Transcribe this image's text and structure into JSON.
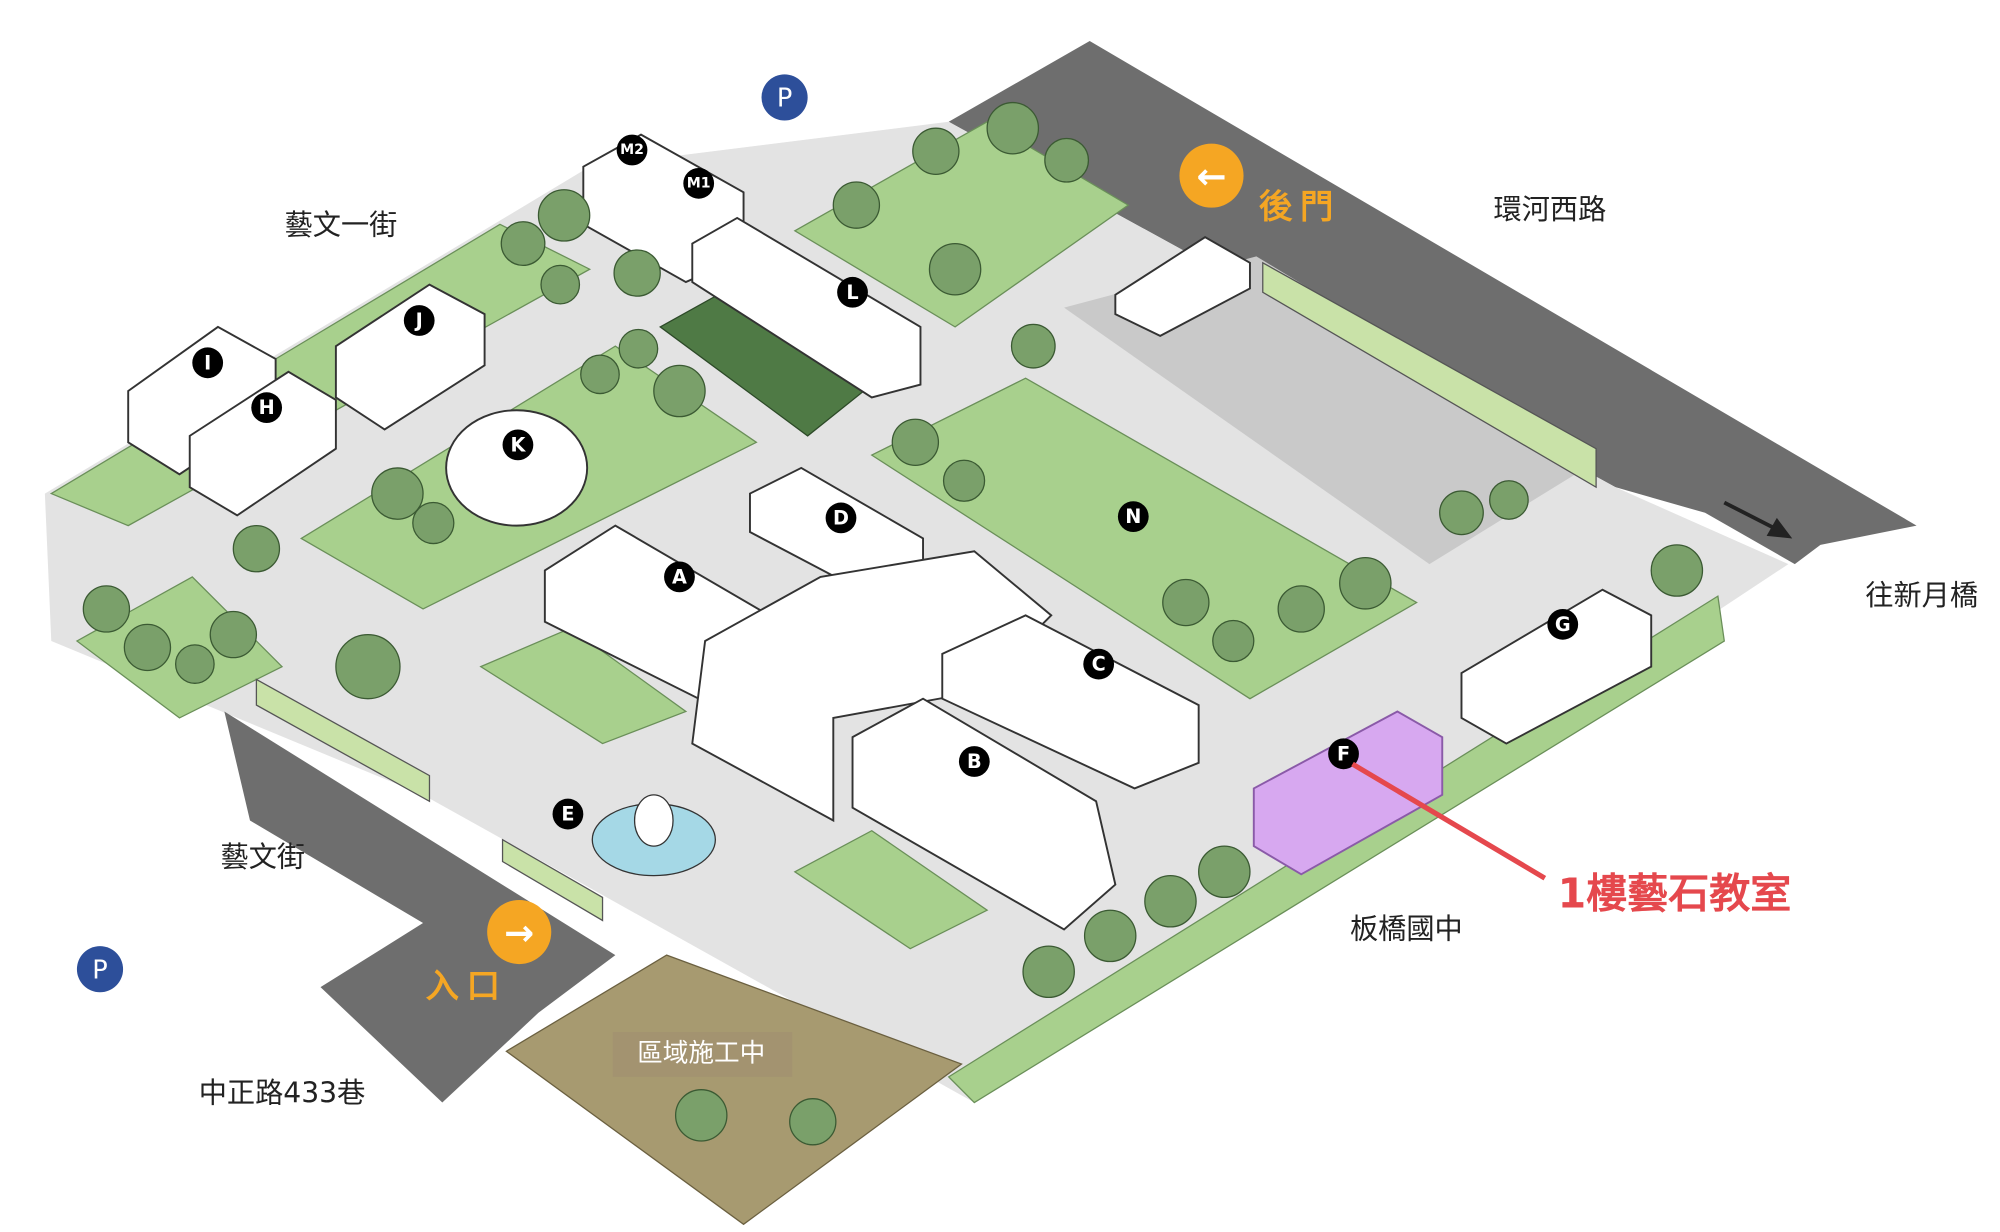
{
  "streets": {
    "yiwen_1st": "藝文一街",
    "huanhe_west": "環河西路",
    "to_xinyue": "往新月橋",
    "yiwen": "藝文街",
    "zhongzheng": "中正路433巷",
    "school": "板橋國中"
  },
  "parking": [
    "P",
    "P"
  ],
  "entrances": {
    "back_gate": "後門",
    "main_entrance": "入口"
  },
  "construction": "區域施工中",
  "highlight": {
    "label": "1樓藝石教室",
    "building": "F"
  },
  "buildings": [
    "A",
    "B",
    "C",
    "D",
    "E",
    "F",
    "G",
    "H",
    "I",
    "J",
    "K",
    "L",
    "M1",
    "M2",
    "N"
  ],
  "colors": {
    "road": "#6e6e6e",
    "ground": "#e3e3e3",
    "grass": "#a8d08d",
    "accent_orange": "#f5a623",
    "highlight_red": "#e5484d",
    "highlight_bldg": "#d7a8f0",
    "parking_blue": "#2d4f9a",
    "construction": "#a79a70"
  }
}
